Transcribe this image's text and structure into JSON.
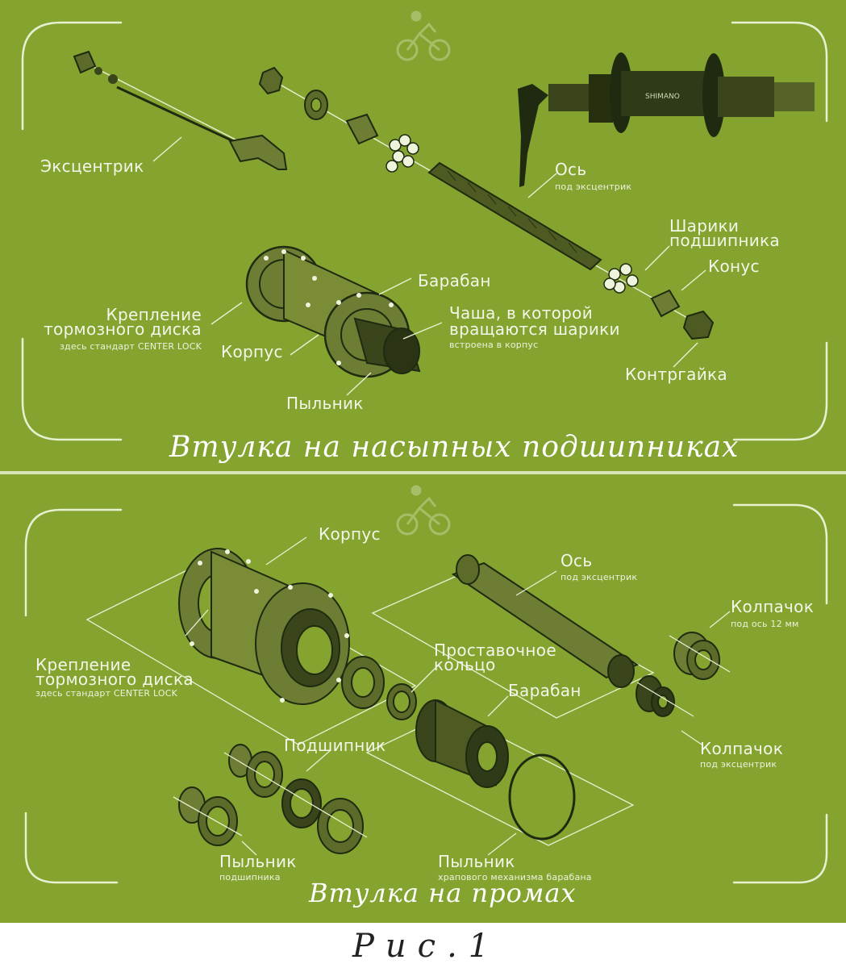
{
  "colors": {
    "background": "#84a42f",
    "line": "#e8f0d2",
    "part_dark": "#1f2a10",
    "text": "#f3f6e8"
  },
  "top_panel": {
    "title": "Втулка на насыпных подшипниках",
    "labels": {
      "eccentric": "Эксцентрик",
      "axle": "Ось",
      "axle_note": "под эксцентрик",
      "balls_line1": "Шарики",
      "balls_line2": "подшипника",
      "cone": "Конус",
      "drum": "Барабан",
      "brake_mount_line1": "Крепление",
      "brake_mount_line2": "тормозного диска",
      "brake_mount_note": "здесь стандарт CENTER LOCK",
      "body": "Корпус",
      "cup_line1": "Чаша, в которой",
      "cup_line2": "вращаются шарики",
      "cup_note": "встроена в корпус",
      "locknut": "Контргайка",
      "dust_cap": "Пыльник"
    },
    "brand_text": "SHIMANO"
  },
  "bottom_panel": {
    "title": "Втулка на промах",
    "labels": {
      "body": "Корпус",
      "axle": "Ось",
      "axle_note": "под эксцентрик",
      "cap_12": "Колпачок",
      "cap_12_note": "под ось 12 мм",
      "spacer_line1": "Проставочное",
      "spacer_line2": "кольцо",
      "brake_mount_line1": "Крепление",
      "brake_mount_line2": "тормозного диска",
      "brake_mount_note": "здесь стандарт CENTER LOCK",
      "drum": "Барабан",
      "bearing": "Подшипник",
      "cap_qr": "Колпачок",
      "cap_qr_note": "под эксцентрик",
      "bearing_seal": "Пыльник",
      "bearing_seal_note": "подшипника",
      "ratchet_seal": "Пыльник",
      "ratchet_seal_note": "храпового механизма барабана"
    }
  },
  "figure_caption": "Рис.1",
  "icons": [
    "cyclist-icon",
    "cyclist-icon"
  ]
}
